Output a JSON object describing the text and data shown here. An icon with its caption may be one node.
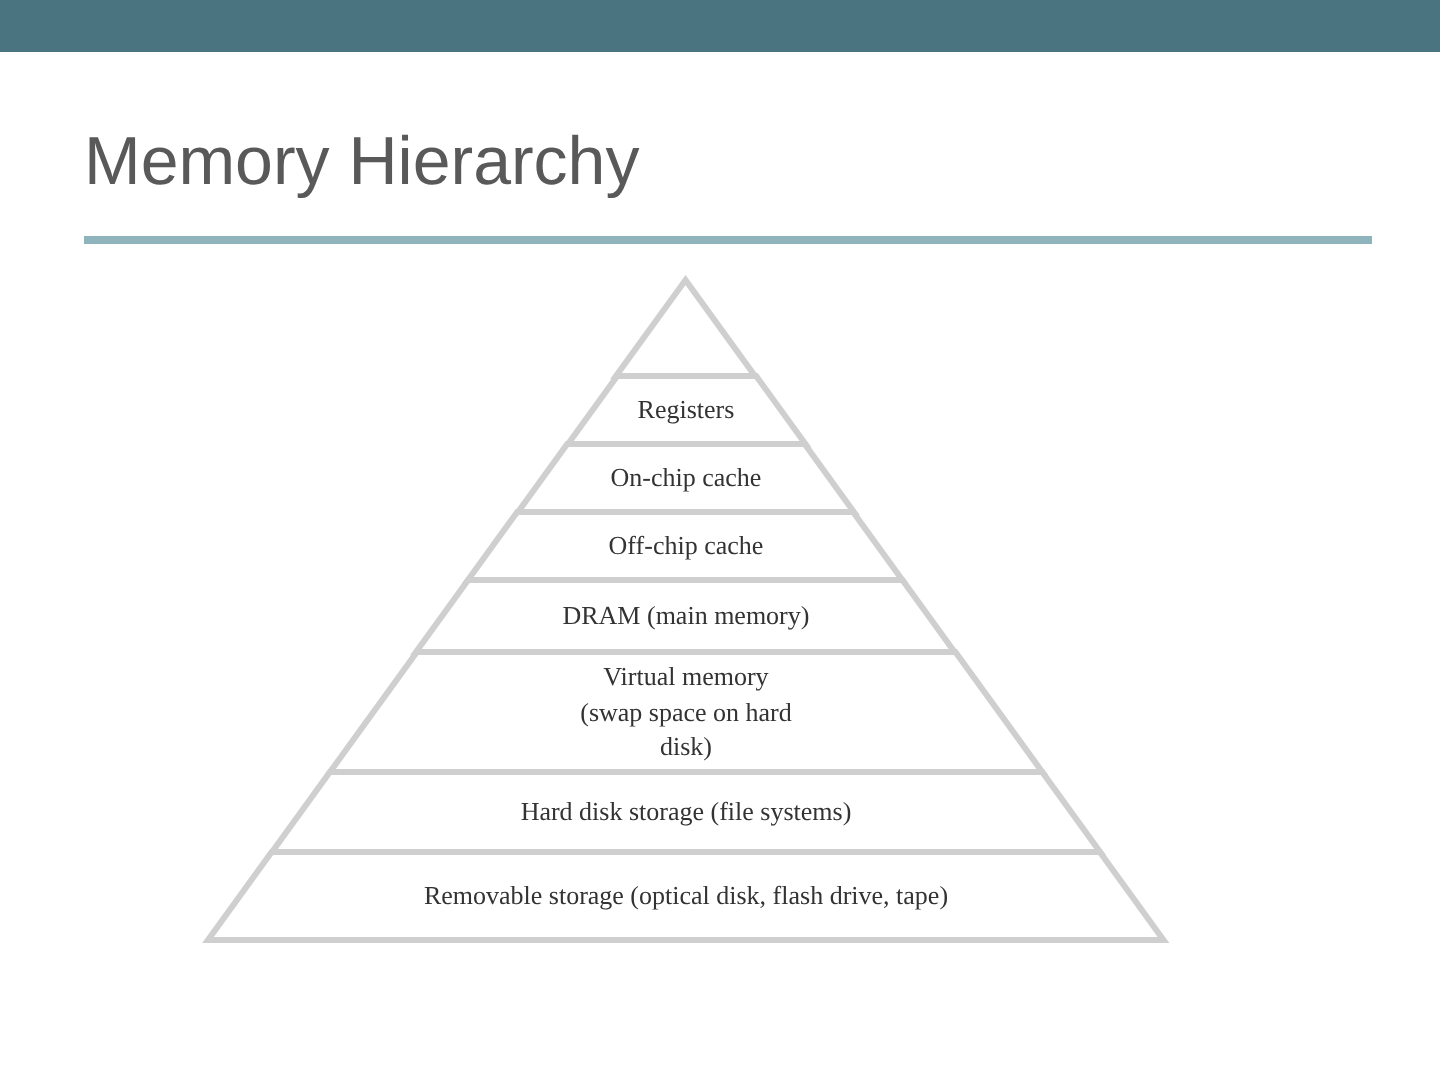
{
  "diagram": {
    "title": "Memory Hierarchy",
    "nodes": [
      {
        "text": [],
        "shape": "triangle"
      },
      {
        "text": [
          "Registers"
        ]
      },
      {
        "text": [
          "On-chip cache"
        ]
      },
      {
        "text": [
          "Off-chip cache"
        ]
      },
      {
        "text": [
          "DRAM (main memory)"
        ]
      },
      {
        "text": [
          "Virtual memory (swap space on hard disk)"
        ]
      },
      {
        "text": [
          "Hard disk storage (file systems)"
        ]
      },
      {
        "text": [
          "Removable storage (optical disk, flash drive, tape)"
        ]
      }
    ]
  }
}
